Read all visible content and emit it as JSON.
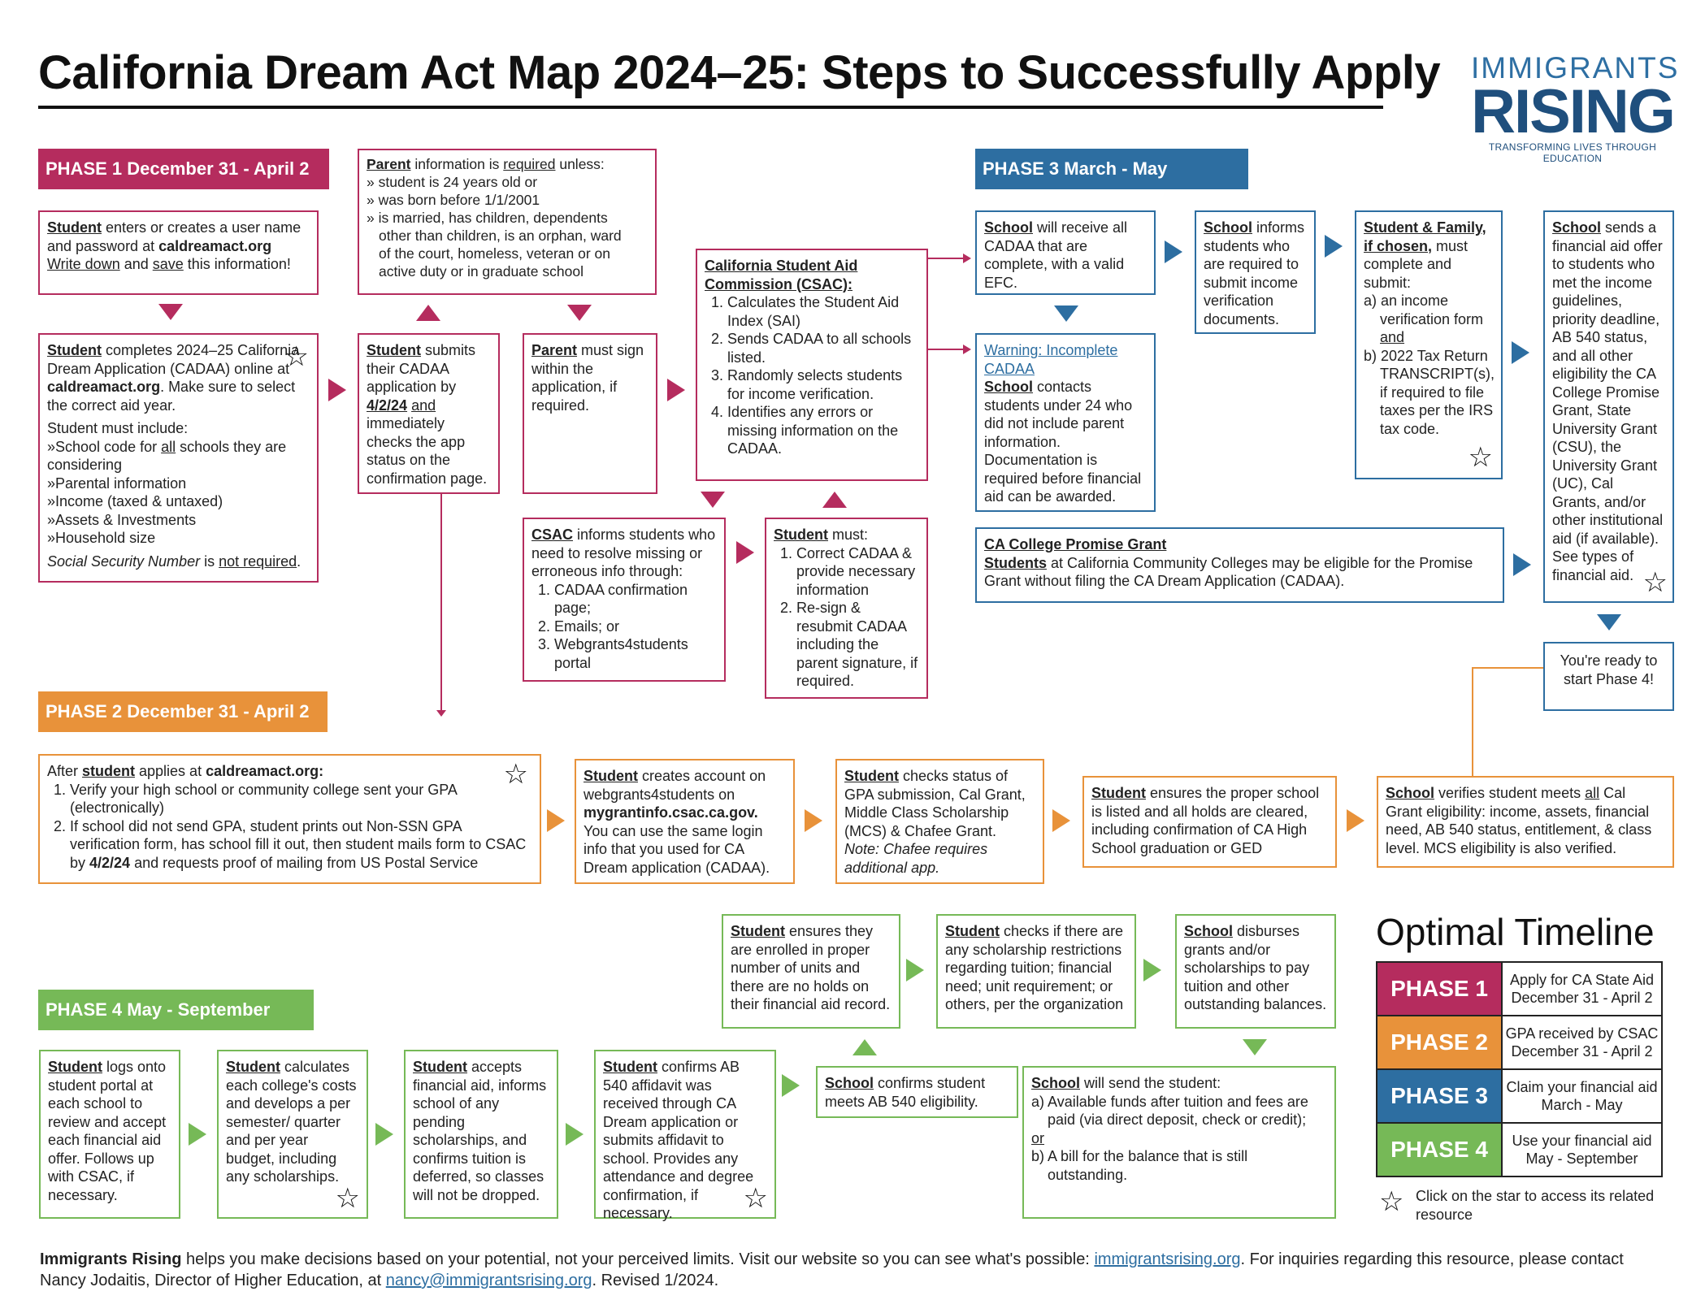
{
  "title": "California Dream Act Map 2024–25: Steps to Successfully Apply",
  "logo": {
    "top": "IMMIGRANTS",
    "big": "RISING",
    "tagline": "TRANSFORMING LIVES THROUGH EDUCATION"
  },
  "colors": {
    "phase1": "#b52c5e",
    "phase2": "#e8923a",
    "phase3": "#2d6ea1",
    "phase4": "#76b957"
  },
  "phases": {
    "p1": "PHASE 1 December 31 - April 2",
    "p2": "PHASE 2 December 31 - April 2",
    "p3": "PHASE 3 March - May",
    "p4": "PHASE 4 May - September"
  },
  "boxes": {
    "b1_1": {
      "subject": "Student",
      "text": " enters or creates a user name and password at ",
      "bold": "caldreamact.org",
      "l3a": "Write down",
      "l3b": " and ",
      "l3c": "save",
      "l3d": " this information!"
    },
    "b1_2": {
      "subject": "Student",
      "text1": " completes 2024–25 California Dream Application (CADAA) online at ",
      "bold": "caldreamact.org",
      "text2": ". Make sure to select the correct aid year.",
      "include": "Student must include:",
      "items": [
        "»School code for ",
        "all",
        " schools they are considering",
        "»Parental information",
        "»Income (taxed & untaxed)",
        "»Assets & Investments",
        "»Household size"
      ],
      "ssn1": "Social Security Number",
      "ssn2": " is ",
      "ssn3": "not required",
      "ssn4": "."
    },
    "b1_parent": {
      "subject": "Parent",
      "t1": " information is ",
      "req": "required",
      "t2": " unless:",
      "lines": [
        "» student is 24 years old or",
        "» was born before 1/1/2001",
        "» is married, has children, dependents",
        "other than children, is an orphan, ward",
        "of the court, homeless, veteran or on",
        "active duty or in graduate school"
      ]
    },
    "b1_submit": {
      "subject": "Student",
      "t1": " submits their CADAA application by ",
      "date": "4/2/24",
      "and": "and",
      "t2": " immediately checks the app status on the confirmation page."
    },
    "b1_sign": {
      "subject": "Parent",
      "t1": " must sign within the application, if required."
    },
    "b1_csac": {
      "subject": "California Student Aid Commission (CSAC):",
      "items": [
        "Calculates the Student Aid Index (SAI)",
        "Sends CADAA to all schools listed.",
        "Randomly selects students for income verification.",
        "Identifies any errors or missing information on the CADAA."
      ]
    },
    "b1_inform": {
      "subject": "CSAC",
      "t1": " informs students who need to resolve missing or erroneous info through:",
      "items": [
        "CADAA confirmation page;",
        "Emails; or",
        "Webgrants4students portal"
      ]
    },
    "b1_must": {
      "subject": "Student",
      "t1": " must:",
      "items": [
        "Correct CADAA & provide necessary information",
        "Re-sign & resubmit CADAA including the parent signature, if required."
      ]
    },
    "b2_1": {
      "t0": "After ",
      "subject": "student",
      "t1": " applies at ",
      "bold": "caldreamact.org:",
      "items": [
        "Verify your high school or community college sent your GPA (electronically)",
        "If school did not send GPA, student prints out Non-SSN GPA verification form, has school fill it out, then student mails form to CSAC by "
      ],
      "date": "4/2/24",
      "t2": " and requests proof of mailing from US Postal Service"
    },
    "b2_2": {
      "subject": "Student",
      "t1": " creates account on webgrants4students on ",
      "bold": "mygrantinfo.csac.ca.gov.",
      "t2": " You can use the same login info that you used for CA Dream application (CADAA)."
    },
    "b2_3": {
      "subject": "Student",
      "t1": " checks status of GPA submission, Cal Grant, Middle Class Scholarship (MCS) & Chafee Grant.",
      "note": "Note: Chafee requires additional app."
    },
    "b2_4": {
      "subject": "Student",
      "t1": " ensures the proper school is listed and all holds are cleared, including confirmation of CA High School graduation or GED"
    },
    "b2_5": {
      "subject": "School",
      "t1": " verifies student meets ",
      "all": "all",
      "t2": " Cal Grant eligibility: income, assets, financial need, AB 540 status, entitlement, & class level. MCS eligibility is also verified."
    },
    "b3_1": {
      "subject": "School",
      "t1": " will receive all CADAA that are complete, with a valid EFC."
    },
    "b3_warn": {
      "title": "Warning: Incomplete CADAA",
      "subject": "School",
      "t1": " contacts students under 24 who did not include parent information. Documentation is required before financial aid can be awarded."
    },
    "b3_2": {
      "subject": "School",
      "t1": " informs students who are required to submit income verification documents."
    },
    "b3_3": {
      "subject": "Student & Family, if chosen,",
      "t1": " must complete and submit:",
      "a": "a) an income verification form ",
      "and": "and",
      "b": "b) 2022 Tax Return TRANSCRIPT(s), if required to file taxes per the IRS tax code."
    },
    "b3_4": {
      "subject": "School",
      "t1": " sends a financial aid offer to students who met the income guidelines, priority deadline, AB 540 status, and all other eligibility the CA College Promise Grant, State University Grant (CSU), the University Grant (UC), Cal Grants, and/or other institutional aid  (if available). See types of financial aid."
    },
    "b3_promise": {
      "title": "CA College Promise Grant",
      "subject": "Students",
      "t1": " at California Community Colleges may be eligible for the Promise Grant without filing the CA Dream Application (CADAA)."
    },
    "b3_ready": {
      "t1": "You're ready to start Phase 4!"
    },
    "b4_1": {
      "subject": "Student",
      "t1": " logs onto student portal at each school to review and accept each financial aid offer. Follows up with CSAC, if necessary."
    },
    "b4_2": {
      "subject": "Student",
      "t1": " calculates each college's costs and develops a per semester/ quarter and per year budget, including any scholarships."
    },
    "b4_3": {
      "subject": "Student",
      "t1": " accepts financial aid, informs school of any pending scholarships, and confirms tuition is deferred, so classes will not be dropped."
    },
    "b4_4": {
      "subject": "Student",
      "t1": " confirms AB 540 affidavit was received through CA Dream application or submits affidavit to school. Provides any attendance and degree confirmation, if necessary."
    },
    "b4_5": {
      "subject": "School",
      "t1": " confirms student meets AB 540 eligibility."
    },
    "b4_6": {
      "subject": "Student",
      "t1": " ensures they are enrolled in proper number of units and there are no holds on their financial aid record."
    },
    "b4_7": {
      "subject": "Student",
      "t1": " checks if there are any scholarship restrictions regarding tuition; financial need; unit requirement; or others, per the organization"
    },
    "b4_8": {
      "subject": "School",
      "t1": " disburses grants and/or scholarships to pay tuition and other outstanding balances."
    },
    "b4_9": {
      "subject": "School",
      "t1": "  will send the student:",
      "a": "a) Available funds after tuition and fees are paid (via direct deposit, check or credit);",
      "or": "or",
      "b": "b) A bill for the balance that is still outstanding."
    }
  },
  "timeline": {
    "title": "Optimal Timeline",
    "rows": [
      {
        "phase": "PHASE 1",
        "l1": "Apply for CA State Aid",
        "l2": "December 31 - April 2"
      },
      {
        "phase": "PHASE 2",
        "l1": "GPA received by CSAC",
        "l2": "December 31 - April 2"
      },
      {
        "phase": "PHASE 3",
        "l1": "Claim your financial aid",
        "l2": "March - May"
      },
      {
        "phase": "PHASE 4",
        "l1": "Use your financial aid",
        "l2": "May - September"
      }
    ],
    "star_note": "Click on the star to access its related resource"
  },
  "footer": {
    "org": "Immigrants Rising",
    "t1": " helps you make decisions based on your potential, not your perceived limits. Visit our website so you can see what's possible: ",
    "url": "immigrantsrising.org",
    "t2": ". For inquiries regarding this resource, please contact Nancy Jodaitis, Director of Higher Education, at ",
    "email": "nancy@immigrantsrising.org",
    "t3": ". Revised 1/2024."
  },
  "star_glyph": "☆"
}
